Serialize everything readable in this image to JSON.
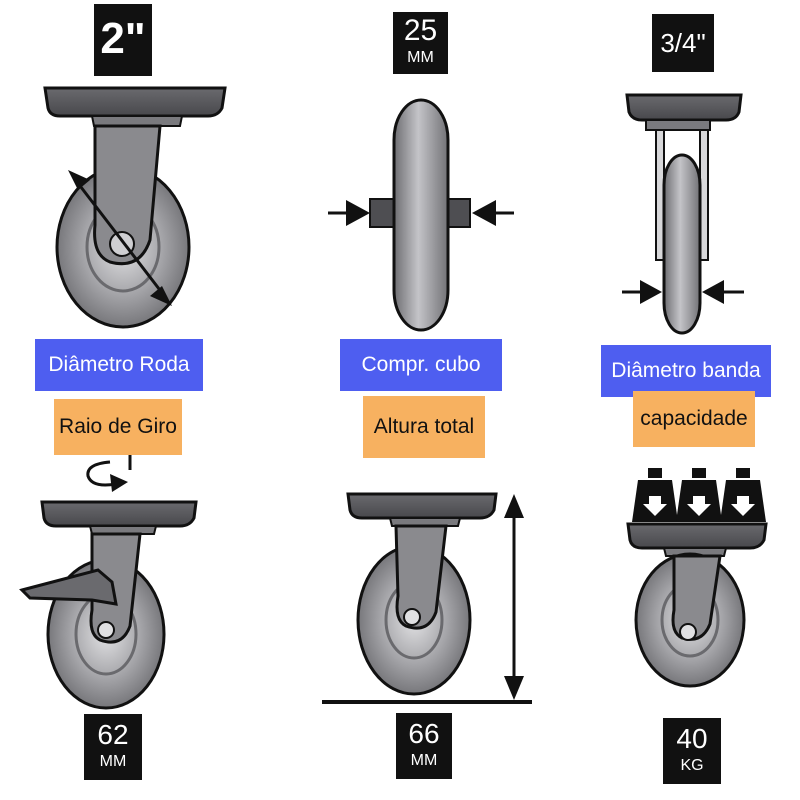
{
  "colors": {
    "badge": "#111111",
    "blue_label": "#4e5ef0",
    "orange_label": "#f7b160",
    "plate": "#58585c",
    "wheel": "#8e8e92",
    "hub": "#8a8a8a",
    "arrow": "#111111"
  },
  "columns": [
    {
      "top_badge": {
        "value": "2\"",
        "unit": ""
      },
      "blue_label": "Diâmetro Roda",
      "orange_label": "Raio de Giro",
      "bottom_badge": {
        "value": "62",
        "unit": "MM"
      }
    },
    {
      "top_badge": {
        "value": "25",
        "unit": "MM"
      },
      "blue_label": "Compr. cubo",
      "orange_label": "Altura total",
      "bottom_badge": {
        "value": "66",
        "unit": "MM"
      }
    },
    {
      "top_badge": {
        "value": "3/4\"",
        "unit": ""
      },
      "blue_label": "Diâmetro banda",
      "orange_label": "capacidade",
      "bottom_badge": {
        "value": "40",
        "unit": "KG"
      }
    }
  ],
  "icons": [
    "diameter-arrow-icon",
    "hub-width-arrows-icon",
    "tread-width-arrows-icon",
    "swivel-rotation-icon",
    "height-arrow-icon",
    "weight-icon"
  ]
}
